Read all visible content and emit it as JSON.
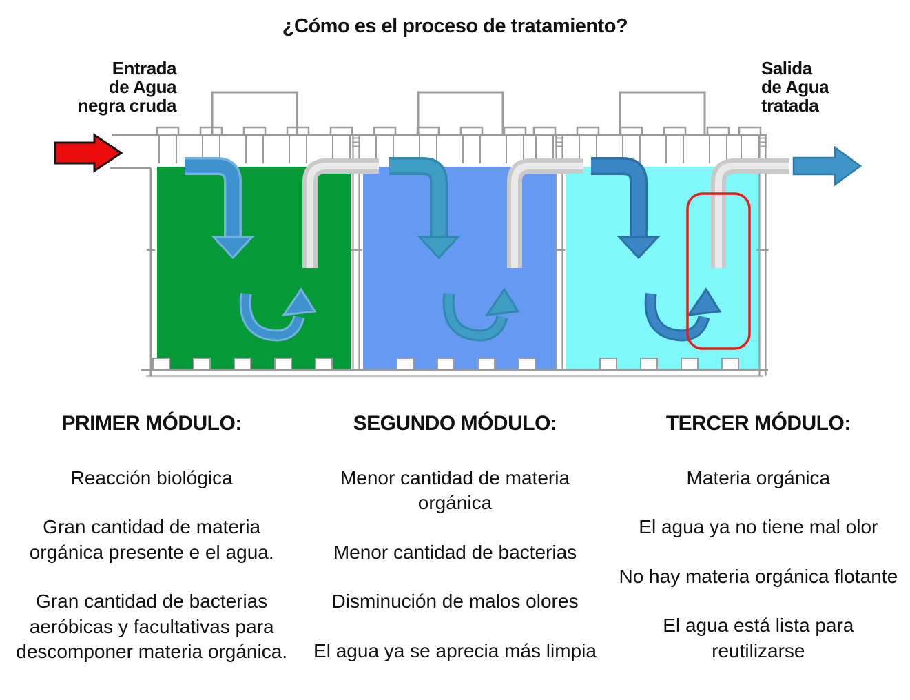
{
  "title": "¿Cómo es el proceso de tratamiento?",
  "inlet": {
    "lines": [
      "Entrada",
      "de Agua",
      "negra cruda"
    ]
  },
  "outlet": {
    "lines": [
      "Salida",
      "de Agua",
      "tratada"
    ]
  },
  "modules": [
    {
      "heading": "PRIMER MÓDULO:",
      "points": [
        "Reacción biológica",
        "Gran cantidad de materia orgánica presente e el agua.",
        "Gran cantidad de bacterias aeróbicas y facultativas para descomponer materia orgánica."
      ]
    },
    {
      "heading": "SEGUNDO MÓDULO:",
      "points": [
        "Menor cantidad de materia orgánica",
        "Menor cantidad de bacterias",
        "Disminución de malos olores",
        "El agua ya se aprecia más limpia"
      ]
    },
    {
      "heading": "TERCER MÓDULO:",
      "points": [
        "Materia orgánica",
        "El agua ya no tiene mal olor",
        "No hay materia orgánica flotante",
        "El agua está lista para reutilizarse"
      ]
    }
  ],
  "colors": {
    "tank1_water": "#049A38",
    "tank2_water": "#6699F2",
    "tank3_water": "#7EF8F8",
    "structure_gray": "#9B9B9B",
    "structure_shadow": "#C5C5C5",
    "pipe_gray": "#C9C9C9",
    "pipe_highlight": "#E9E9E9",
    "inlet_arrow_red": "#ED0C0C",
    "inlet_arrow_stroke": "#151515",
    "outlet_arrow_blue": "#3D95C8",
    "outlet_arrow_stroke": "#2B7CA8",
    "flow1_fill": "#3E93CE",
    "flow1_stroke": "#74B1E0",
    "flow2_fill": "#3F9DC3",
    "flow2_stroke": "#2F89AD",
    "flow3_fill": "#3B86C5",
    "flow3_stroke": "#2D6FA6",
    "highlight_box_red": "#EC1C1C"
  }
}
